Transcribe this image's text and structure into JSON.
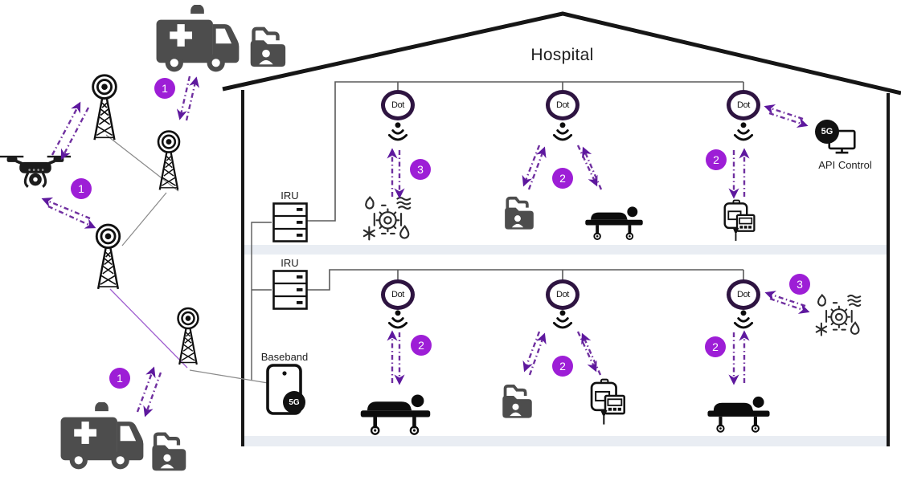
{
  "diagram": {
    "title": "Hospital",
    "colors": {
      "arrow_purple": "#7030a0",
      "arrowhead_purple": "#5e189e",
      "badge_purple": "#9d1ed6",
      "dot_ring": "#2e1441",
      "icon_gray": "#4d4d4d",
      "floor_band": "#e9edf3",
      "structure_black": "#161616"
    },
    "outdoor": {
      "badge_ambulance_top": "1",
      "badge_drone": "1",
      "badge_ambulance_bottom": "1",
      "icons": [
        "drone-icon",
        "cell-tower-icon",
        "ambulance-icon",
        "patient-folder-icon"
      ]
    },
    "indoor": {
      "dot_label": "Dot",
      "iru_floor1_label": "IRU",
      "iru_floor2_label": "IRU",
      "baseband_label": "Baseband",
      "baseband_badge": "5G",
      "api_control": {
        "badge": "5G",
        "label": "API Control"
      },
      "floor1_badges": {
        "hvac": "3",
        "ward": "2",
        "pump": "2"
      },
      "floor2_badges": {
        "bed_left": "2",
        "ward": "2",
        "bed_right": "2",
        "hvac": "3"
      },
      "icons": [
        "dot-radio-icon",
        "broadcast-icon",
        "iru-rack-icon",
        "baseband-tablet-icon",
        "hvac-icon",
        "patient-folder-icon",
        "patient-bed-icon",
        "infusion-pump-icon",
        "monitor-icon"
      ]
    }
  }
}
